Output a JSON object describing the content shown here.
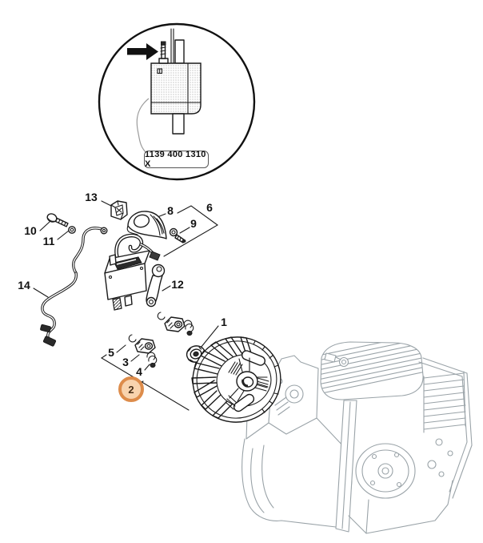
{
  "colors": {
    "line": "#1a1a1a",
    "engine-line": "#9aa3a8",
    "highlight-ring": "#dd8c4b",
    "highlight-fill": "#f8d3ae",
    "label-border": "#555555",
    "wire-gray": "#9b9b9b"
  },
  "detail_callout": {
    "part_number": "1139 400 1310 X"
  },
  "selected_part": "2",
  "labels": {
    "n1": "1",
    "n2": "2",
    "n3": "3",
    "n4": "4",
    "n5": "5",
    "n6": "6",
    "n8": "8",
    "n9": "9",
    "n10": "10",
    "n11": "11",
    "n12": "12",
    "n13": "13",
    "n14": "14"
  }
}
